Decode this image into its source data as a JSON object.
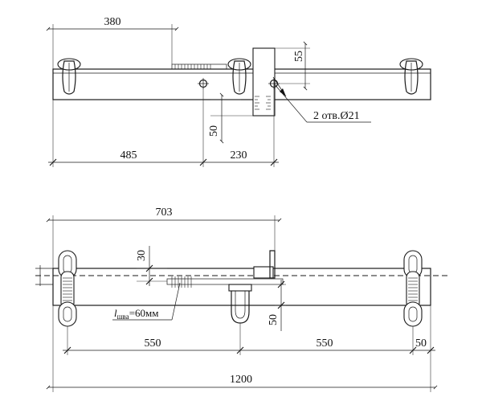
{
  "top_view": {
    "dim_380": "380",
    "dim_55": "55",
    "dim_50": "50",
    "dim_485": "485",
    "dim_230": "230",
    "holes_note": "2 отв.Ø21"
  },
  "bottom_view": {
    "dim_703": "703",
    "dim_30": "30",
    "dim_50_vertical": "50",
    "weld_label_sym": "l",
    "weld_label_sub": "шва",
    "weld_label_value": "=60мм",
    "dim_550_left": "550",
    "dim_550_right": "550",
    "dim_50_end": "50",
    "dim_1200": "1200"
  }
}
